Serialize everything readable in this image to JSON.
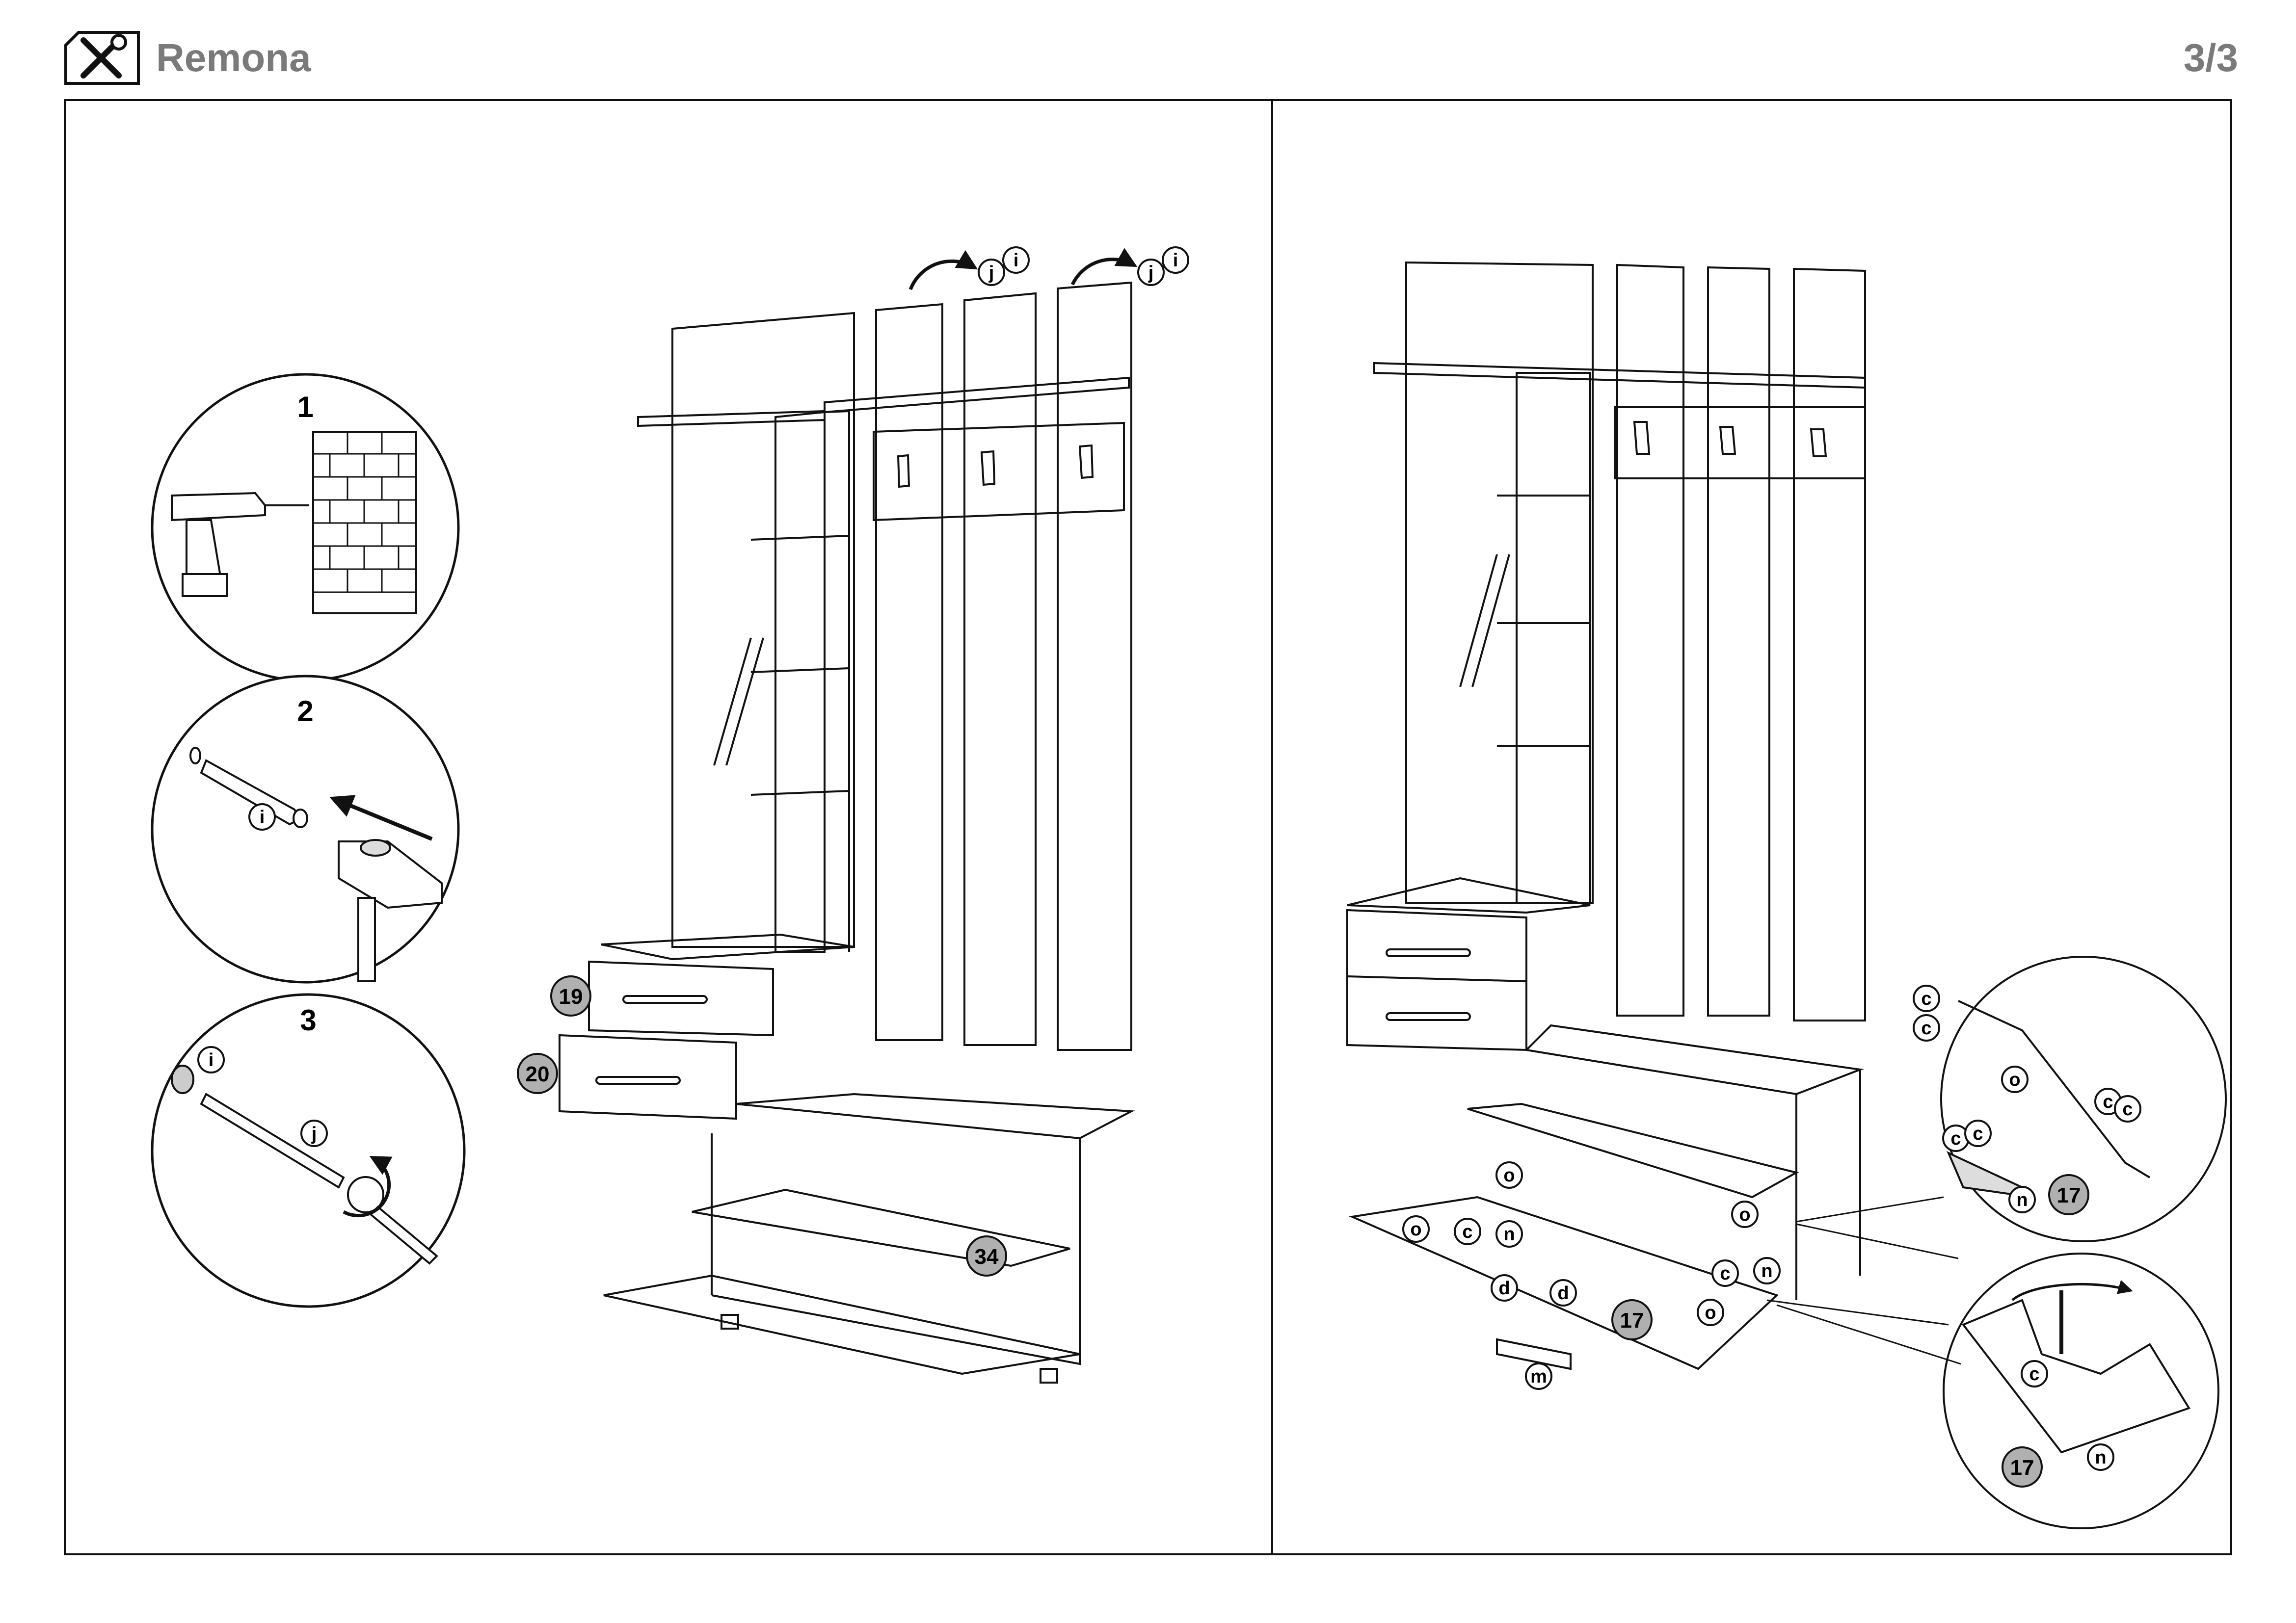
{
  "header": {
    "title": "Remona",
    "page": "3/3",
    "icon": "tools-icon"
  },
  "steps": {
    "s1": "1",
    "s2": "2",
    "s3": "3"
  },
  "parts": {
    "p19": "19",
    "p20": "20",
    "p34": "34",
    "p17a": "17",
    "p17b": "17",
    "p17c": "17"
  },
  "hardware": {
    "i": "i",
    "j": "j",
    "c": "c",
    "n": "n",
    "o": "o",
    "d": "d",
    "m": "m"
  }
}
